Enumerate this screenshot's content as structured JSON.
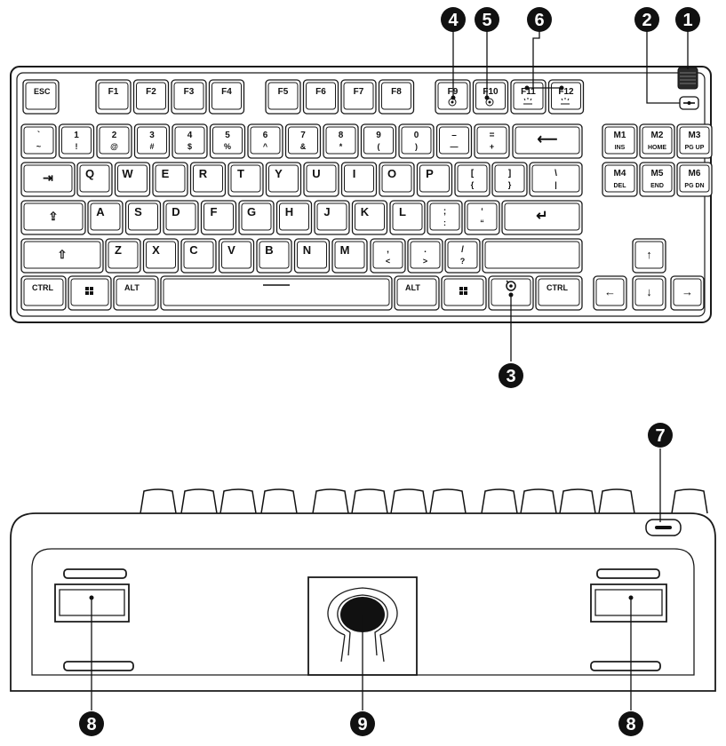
{
  "top_view": {
    "keys": {
      "esc": "ESC",
      "f1": "F1",
      "f2": "F2",
      "f3": "F3",
      "f4": "F4",
      "f5": "F5",
      "f6": "F6",
      "f7": "F7",
      "f8": "F8",
      "f9": "F9",
      "f10": "F10",
      "f11": "F11",
      "f12": "F12",
      "n_tilde_top": "`",
      "n_tilde_bottom": "~",
      "n1_top": "1",
      "n1_bottom": "!",
      "n2_top": "2",
      "n2_bottom": "@",
      "n3_top": "3",
      "n3_bottom": "#",
      "n4_top": "4",
      "n4_bottom": "$",
      "n5_top": "5",
      "n5_bottom": "%",
      "n6_top": "6",
      "n6_bottom": "^",
      "n7_top": "7",
      "n7_bottom": "&",
      "n8_top": "8",
      "n8_bottom": "*",
      "n9_top": "9",
      "n9_bottom": "(",
      "n0_top": "0",
      "n0_bottom": ")",
      "minus_top": "–",
      "minus_bottom": "—",
      "equal_top": "=",
      "equal_bottom": "+",
      "backspace": "⟵",
      "tab": "⇥",
      "q": "Q",
      "w": "W",
      "e": "E",
      "r": "R",
      "t": "T",
      "y": "Y",
      "u": "U",
      "i": "I",
      "o": "O",
      "p": "P",
      "lbracket_top": "[",
      "lbracket_bottom": "{",
      "rbracket_top": "]",
      "rbracket_bottom": "}",
      "backslash_top": "\\",
      "backslash_bottom": "|",
      "caps": "⇪",
      "a": "A",
      "s": "S",
      "d": "D",
      "f": "F",
      "g": "G",
      "h": "H",
      "j": "J",
      "k": "K",
      "l": "L",
      "semicolon_top": ";",
      "semicolon_bottom": ":",
      "quote_top": "‘",
      "quote_bottom": "“",
      "enter": "↵",
      "lshift": "⇧",
      "z": "Z",
      "x": "X",
      "c": "C",
      "v": "V",
      "b": "B",
      "n": "N",
      "m": "M",
      "comma_top": ",",
      "comma_bottom": "<",
      "period_top": ".",
      "period_bottom": ">",
      "slash_top": "/",
      "slash_bottom": "?",
      "lctrl": "CTRL",
      "lalt": "ALT",
      "ralt": "ALT",
      "rctrl": "CTRL",
      "m1": "M1",
      "m1_sub": "INS",
      "m2": "M2",
      "m2_sub": "HOME",
      "m3": "M3",
      "m3_sub": "PG UP",
      "m4": "M4",
      "m4_sub": "DEL",
      "m5": "M5",
      "m5_sub": "END",
      "m6": "M6",
      "m6_sub": "PG DN",
      "arrow_up": "↑",
      "arrow_left": "←",
      "arrow_down": "↓",
      "arrow_right": "→"
    },
    "icons": {
      "win": "windows-logo-icon",
      "fn": "steelseries-logo-icon",
      "f9": "play-pause-icon",
      "f10": "mute-icon",
      "f11": "brightness-down-icon",
      "f12": "brightness-up-icon",
      "toggle": "usb-cable-switch-icon"
    }
  },
  "callouts": [
    "1",
    "2",
    "3",
    "4",
    "5",
    "6",
    "7",
    "8",
    "9"
  ],
  "colors": {
    "line": "#1a1a1a",
    "callout": "#111111",
    "background": "#ffffff"
  }
}
